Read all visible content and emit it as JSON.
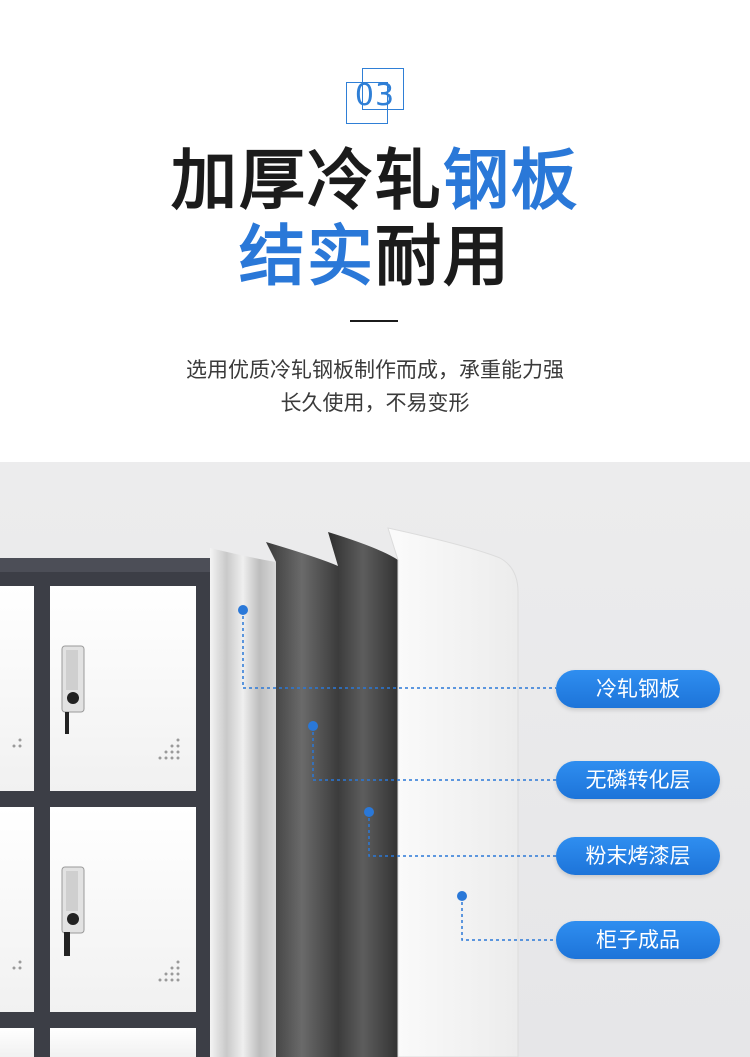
{
  "section": {
    "number": "03"
  },
  "heading": {
    "line1_dark": "加厚冷轧",
    "line1_blue": "钢板",
    "line2_blue": "结实",
    "line2_dark": "耐用"
  },
  "description": {
    "line1": "选用优质冷轧钢板制作而成，承重能力强",
    "line2": "长久使用，不易变形"
  },
  "layers": [
    {
      "label": "冷轧钢板"
    },
    {
      "label": "无磷转化层"
    },
    {
      "label": "粉末烤漆层"
    },
    {
      "label": "柜子成品"
    }
  ],
  "colors": {
    "accent": "#2a78d8",
    "label_bg": "#1d74d9",
    "cabinet_frame": "#3c3e46"
  }
}
